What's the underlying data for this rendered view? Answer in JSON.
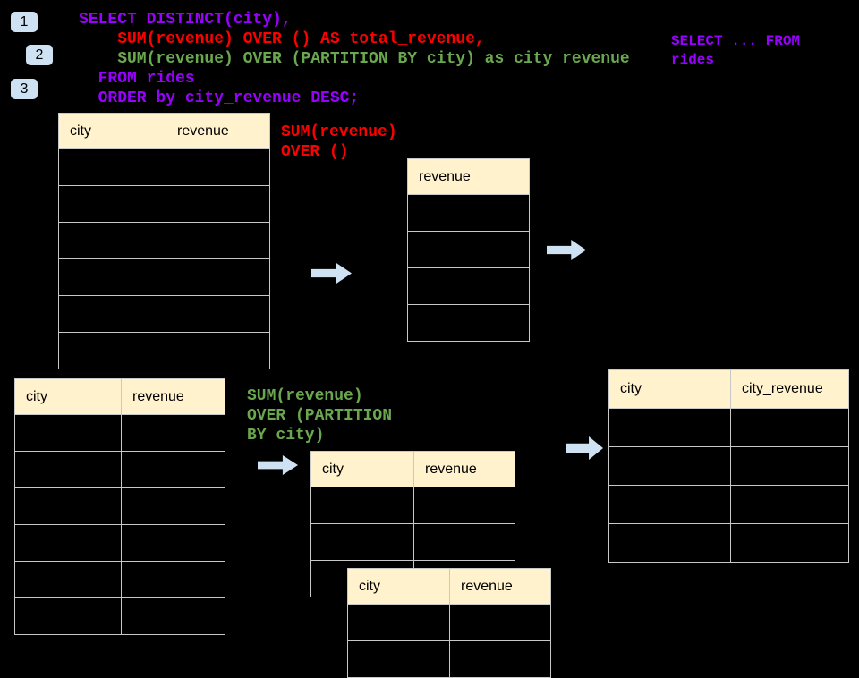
{
  "colors": {
    "background": "#000000",
    "purple": "#9900ff",
    "red": "#ff0000",
    "green": "#6aa84f",
    "table_header_fill": "#fff2cc",
    "table_border": "#c8c8c8",
    "arrow_fill": "#cfe2f3",
    "badge_fill": "#cfe2f3"
  },
  "badges": [
    {
      "label": "1"
    },
    {
      "label": "2"
    },
    {
      "label": "3"
    }
  ],
  "sql_code": {
    "lines": [
      {
        "text": "SELECT DISTINCT(city),",
        "color": "purple"
      },
      {
        "text": "    SUM(revenue) OVER () AS total_revenue,",
        "color": "red"
      },
      {
        "text": "    SUM(revenue) OVER (PARTITION BY city) as city_revenue",
        "color": "green"
      },
      {
        "text": "  FROM rides",
        "color": "purple"
      },
      {
        "text": "  ORDER by city_revenue DESC;",
        "color": "purple"
      }
    ]
  },
  "side_note": {
    "lines": [
      {
        "text": "SELECT ... FROM",
        "color": "purple"
      },
      {
        "text": "rides",
        "color": "purple"
      }
    ]
  },
  "total_revenue_label": {
    "lines": [
      {
        "text": "SUM(revenue)",
        "color": "red"
      },
      {
        "text": "OVER ()",
        "color": "red"
      }
    ]
  },
  "partition_label": {
    "lines": [
      {
        "text": "SUM(revenue)",
        "color": "green"
      },
      {
        "text": "OVER (PARTITION",
        "color": "green"
      },
      {
        "text": "BY city)",
        "color": "green"
      }
    ]
  },
  "tables": [
    {
      "id": "rides-input-top",
      "columns": [
        "city",
        "revenue"
      ],
      "body_rows": 6
    },
    {
      "id": "total-revenue-result",
      "columns": [
        "revenue"
      ],
      "body_rows": 4
    },
    {
      "id": "rides-input-bottom",
      "columns": [
        "city",
        "revenue"
      ],
      "body_rows": 6
    },
    {
      "id": "partition-group-1",
      "columns": [
        "city",
        "revenue"
      ],
      "body_rows": 3
    },
    {
      "id": "partition-group-2",
      "columns": [
        "city",
        "revenue"
      ],
      "body_rows": 2
    },
    {
      "id": "city-revenue-result",
      "columns": [
        "city",
        "city_revenue"
      ],
      "body_rows": 4
    }
  ],
  "arrows": [
    {
      "name": "arrow-to-total-revenue"
    },
    {
      "name": "arrow-from-total-revenue"
    },
    {
      "name": "arrow-to-partition-groups"
    },
    {
      "name": "arrow-to-city-revenue"
    }
  ]
}
